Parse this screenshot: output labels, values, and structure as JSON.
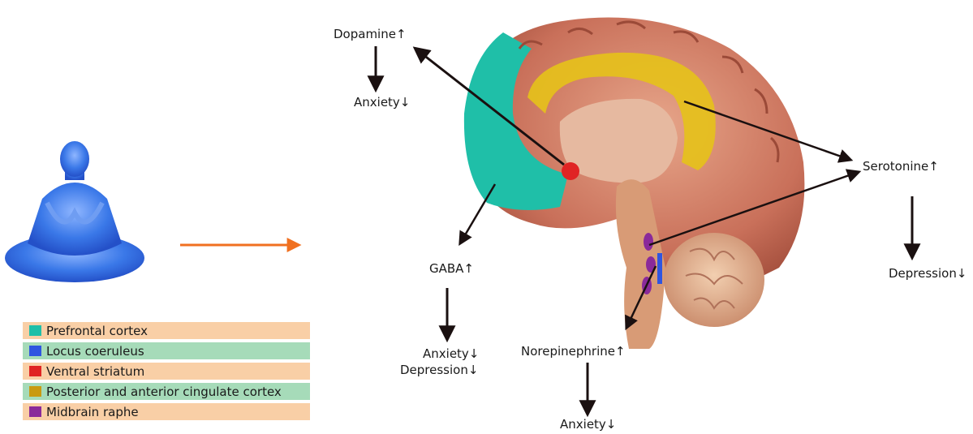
{
  "labels": {
    "dopamine": "Dopamine↑",
    "dopamine_effect": "Anxiety↓",
    "serotonine": "Serotonine↑",
    "serotonine_effect": "Depression↓",
    "gaba": "GABA↑",
    "gaba_effect_1": "Anxiety↓",
    "gaba_effect_2": "Depression↓",
    "norepinephrine": "Norepinephrine↑",
    "norepinephrine_effect": "Anxiety↓"
  },
  "legend": [
    {
      "label": "Prefrontal cortex",
      "swatch": "#1fbfa8",
      "row_bg": "#f9cfa6"
    },
    {
      "label": "Locus coeruleus",
      "swatch": "#2f55e0",
      "row_bg": "#a6dbb9"
    },
    {
      "label": "Ventral striatum",
      "swatch": "#e02424",
      "row_bg": "#f9cfa6"
    },
    {
      "label": "Posterior and anterior cingulate cortex",
      "swatch": "#c99a10",
      "row_bg": "#a6dbb9"
    },
    {
      "label": "Midbrain raphe",
      "swatch": "#8a2a9a",
      "row_bg": "#f9cfa6"
    }
  ],
  "colors": {
    "arrow": "#1a1010",
    "flow_arrow": "#f07020",
    "prefrontal": "#1fbfa8",
    "cingulate": "#e6c21a",
    "striatum": "#e02424",
    "raphe": "#8a2a9a",
    "locus": "#2f55e0",
    "figure": "#3a78e8"
  },
  "icons": {
    "meditation": "meditating-person-icon",
    "brain": "brain-sagittal-section-icon"
  }
}
